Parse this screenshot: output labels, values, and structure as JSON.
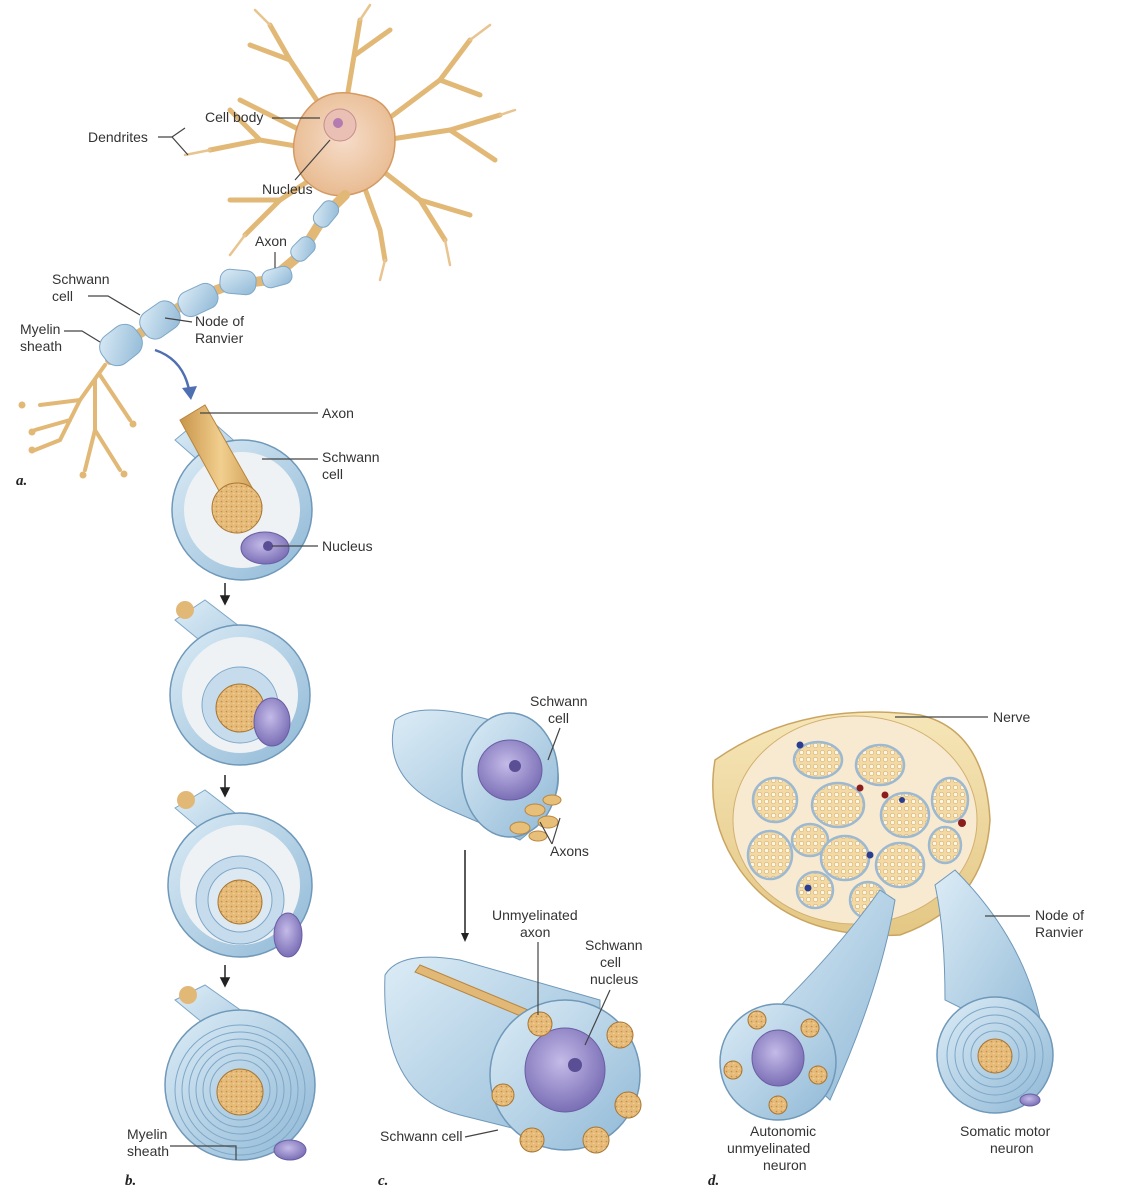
{
  "panels": {
    "a": "a.",
    "b": "b.",
    "c": "c.",
    "d": "d."
  },
  "panel_a": {
    "cell_body": "Cell body",
    "dendrites": "Dendrites",
    "nucleus": "Nucleus",
    "axon": "Axon",
    "schwann_l1": "Schwann",
    "schwann_l2": "cell",
    "myelin_l1": "Myelin",
    "myelin_l2": "sheath",
    "node_l1": "Node of",
    "node_l2": "Ranvier"
  },
  "panel_b": {
    "axon": "Axon",
    "schwann_l1": "Schwann",
    "schwann_l2": "cell",
    "nucleus": "Nucleus",
    "myelin_l1": "Myelin",
    "myelin_l2": "sheath"
  },
  "panel_c": {
    "schwann_l1": "Schwann",
    "schwann_l2": "cell",
    "axons": "Axons",
    "unmyel_l1": "Unmyelinated",
    "unmyel_l2": "axon",
    "scn_l1": "Schwann",
    "scn_l2": "cell",
    "scn_l3": "nucleus",
    "schwann_cell": "Schwann cell"
  },
  "panel_d": {
    "nerve": "Nerve",
    "node_l1": "Node of",
    "node_l2": "Ranvier",
    "auto_l1": "Autonomic",
    "auto_l2": "unmyelinated",
    "auto_l3": "neuron",
    "som_l1": "Somatic motor",
    "som_l2": "neuron"
  },
  "colors": {
    "axon": "#e2b66a",
    "myelin": "#aacde4",
    "nucleus": "#8b7fc4",
    "nerve": "#f0d9a0",
    "dendrite": "#e6bf7c"
  }
}
